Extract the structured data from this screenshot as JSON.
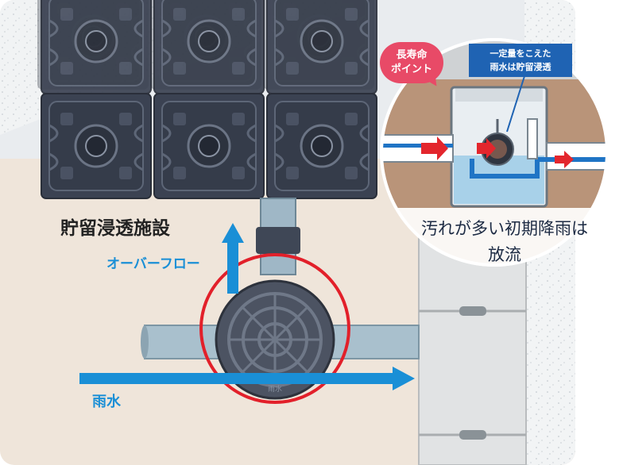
{
  "labels": {
    "facility": "貯留浸透施設",
    "overflow": "オーバーフロー",
    "rainwater": "雨水",
    "badge_line1": "長寿命",
    "badge_line2": "ポイント",
    "callout_line1": "一定量をこえた",
    "callout_line2": "雨水は貯留浸透",
    "caption_line1": "汚れが多い初期降雨は",
    "caption_line2": "放流",
    "cover_mark": "雨水"
  },
  "colors": {
    "arrow_blue": "#1a8fd6",
    "badge_pink": "#e84a67",
    "callout_blue": "#1f63b3",
    "highlight_red": "#e2202a",
    "flow_red": "#e3262d",
    "module_dark": "#3a4150",
    "pipe": "#8fb1c4"
  }
}
